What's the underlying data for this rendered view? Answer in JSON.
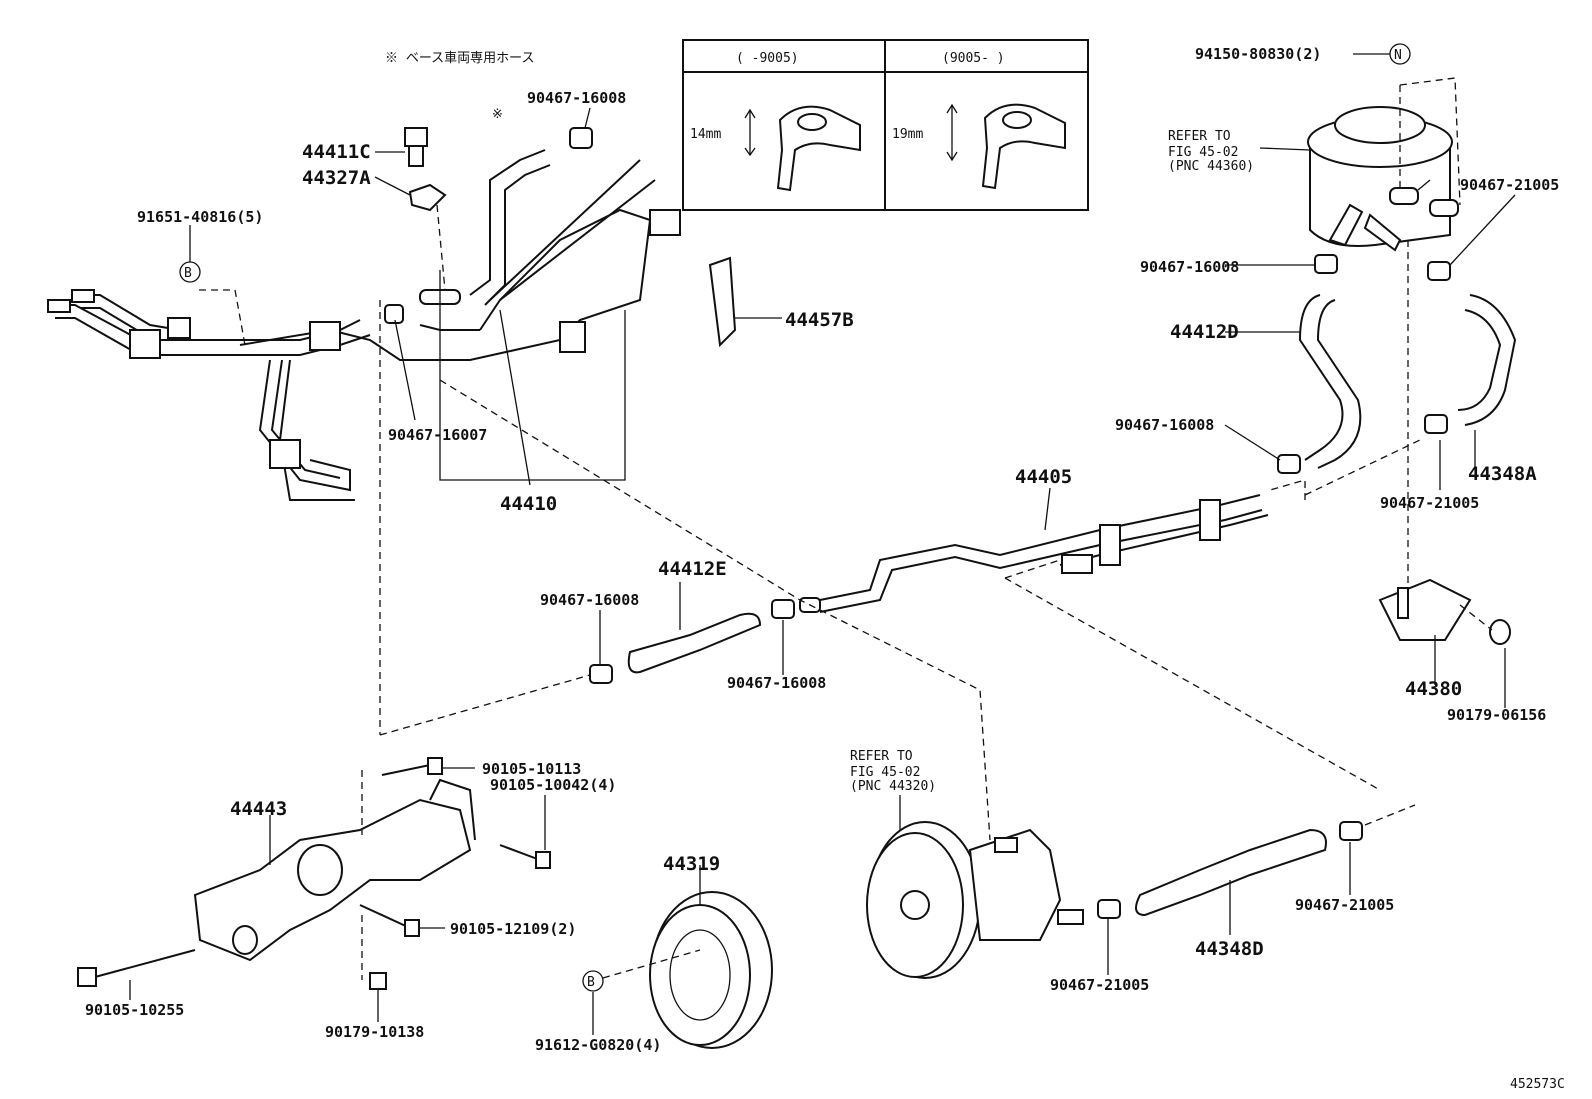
{
  "note": "※ ベース車両専用ホース",
  "note_mark": "※",
  "inset": {
    "left_header": "(   -9005)",
    "right_header": "(9005-   )",
    "left_dim": "14mm",
    "right_dim": "19mm"
  },
  "refer1": {
    "line1": "REFER TO",
    "line2": "FIG 45-02",
    "line3": "(PNC 44360)"
  },
  "refer2": {
    "line1": "REFER TO",
    "line2": "FIG 45-02",
    "line3": "(PNC 44320)"
  },
  "circle_n": "N",
  "circle_b": "B",
  "labels": {
    "p44411C": "44411C",
    "p44327A": "44327A",
    "p91651": "91651-40816(5)",
    "p90467_16008_top": "90467-16008",
    "p90467_16007": "90467-16007",
    "p44410": "44410",
    "p44457B": "44457B",
    "p94150": "94150-80830(2)",
    "p90467_21005_a": "90467-21005",
    "p90467_16008_r": "90467-16008",
    "p44412D": "44412D",
    "p90467_16008_m": "90467-16008",
    "p44405": "44405",
    "p90467_21005_b": "90467-21005",
    "p44348A": "44348A",
    "p44412E": "44412E",
    "p90467_16008_l": "90467-16008",
    "p90467_16008_c": "90467-16008",
    "p44380": "44380",
    "p90179_06156": "90179-06156",
    "p90105_10113": "90105-10113",
    "p90105_10042": "90105-10042(4)",
    "p44443": "44443",
    "p44319": "44319",
    "p90105_12109": "90105-12109(2)",
    "p90105_10255": "90105-10255",
    "p90179_10138": "90179-10138",
    "p91612": "91612-G0820(4)",
    "p90467_21005_c": "90467-21005",
    "p44348D": "44348D",
    "p90467_21005_d": "90467-21005"
  },
  "footer_code": "452573C"
}
